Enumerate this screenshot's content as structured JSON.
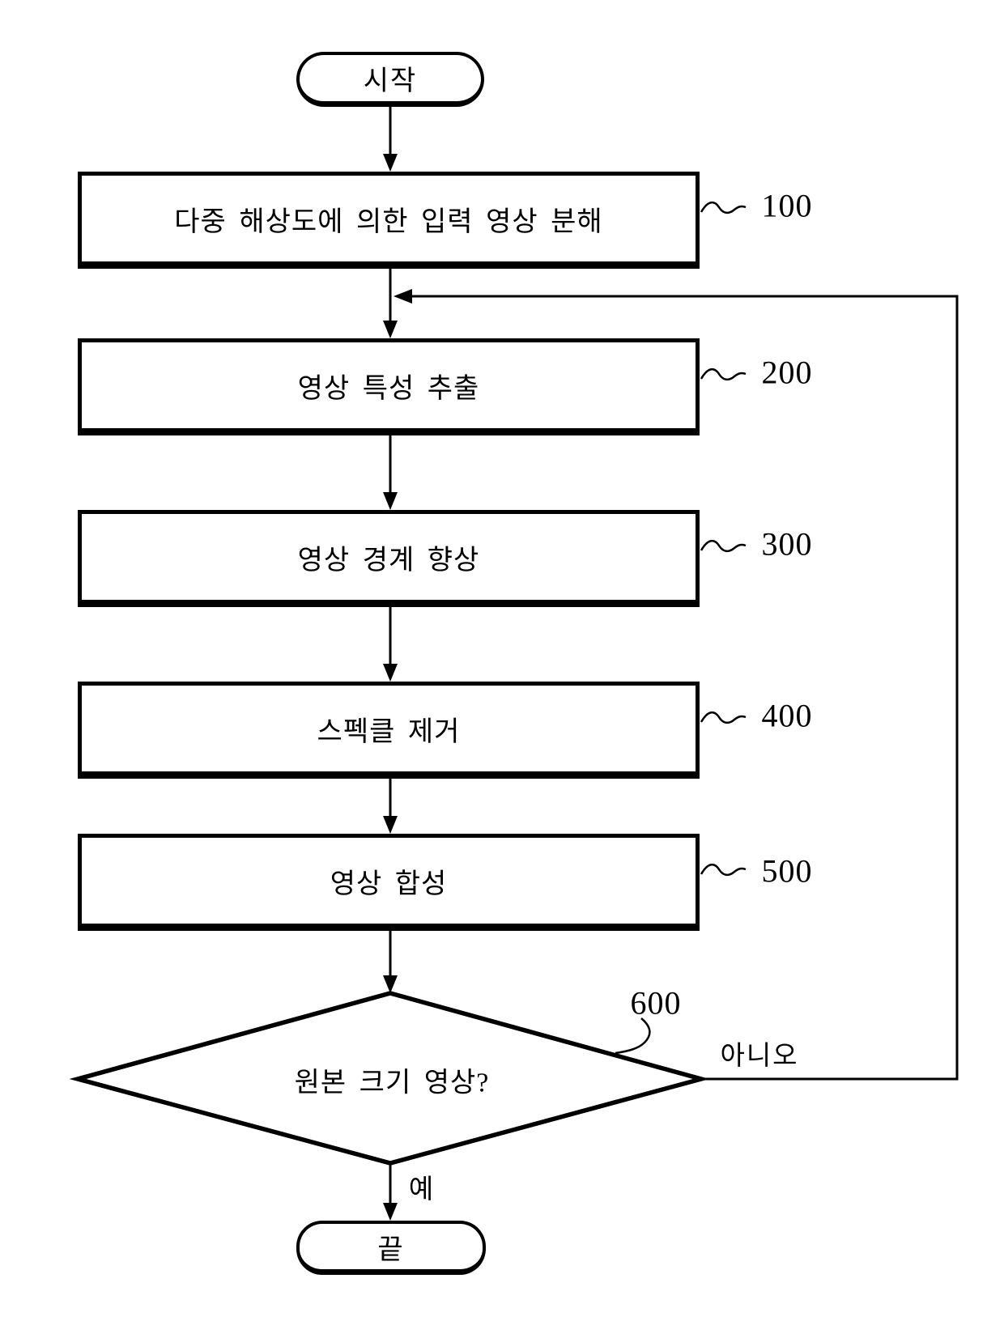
{
  "figure": {
    "background": "#ffffff",
    "line_color": "#000000",
    "start": {
      "label": "시작"
    },
    "end": {
      "label": "끝"
    },
    "steps": [
      {
        "label": "다중 해상도에 의한 입력 영상 분해",
        "ref": "100"
      },
      {
        "label": "영상 특성 추출",
        "ref": "200"
      },
      {
        "label": "영상 경계 향상",
        "ref": "300"
      },
      {
        "label": "스펙클 제거",
        "ref": "400"
      },
      {
        "label": "영상 합성",
        "ref": "500"
      }
    ],
    "decision": {
      "label": "원본 크기 영상?",
      "ref": "600",
      "no_label": "아니오",
      "yes_label": "예"
    }
  }
}
